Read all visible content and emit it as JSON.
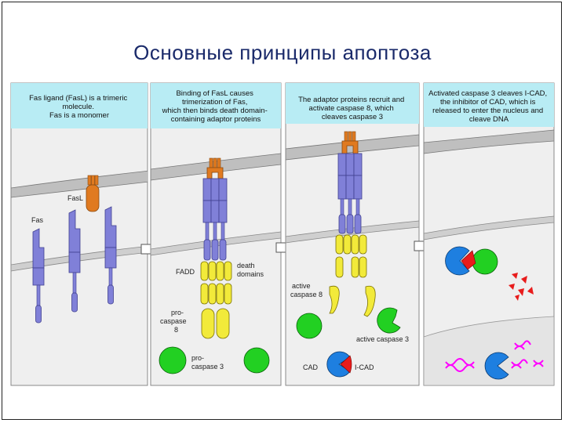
{
  "slide": {
    "title": "Основные принципы апоптоза"
  },
  "colors": {
    "header_bg": "#b8ecf4",
    "panel_bg": "#efefef",
    "membrane": "#bfbfbf",
    "fas_receptor": "#8080d8",
    "fas_ligand": "#e07a20",
    "adaptor": "#f2ea3a",
    "procaspase3": "#22d022",
    "cad": "#1e7fe0",
    "icad": "#e81c1c",
    "dna": "#ff00ff"
  },
  "panels": [
    {
      "caption_lines": [
        "Fas ligand (FasL) is a trimeric",
        "molecule.",
        "Fas is a monomer"
      ],
      "labels": {
        "fasl": "FasL",
        "fas": "Fas"
      }
    },
    {
      "caption_lines": [
        "Binding of FasL causes",
        "trimerization of Fas,",
        "which then binds death domain-",
        "containing adaptor proteins"
      ],
      "labels": {
        "fadd": "FADD",
        "death_domains_1": "death",
        "death_domains_2": "domains",
        "procaspase8_1": "pro-",
        "procaspase8_2": "caspase",
        "procaspase8_3": "8",
        "procaspase3_1": "pro-",
        "procaspase3_2": "caspase 3"
      }
    },
    {
      "caption_lines": [
        "The adaptor proteins recruit and",
        "activate caspase 8, which",
        "cleaves caspase 3"
      ],
      "labels": {
        "active_casp8_1": "active",
        "active_casp8_2": "caspase 8",
        "active_casp3": "active caspase 3",
        "cad": "CAD",
        "icad": "I-CAD"
      }
    },
    {
      "caption_lines": [
        "Activated caspase 3 cleaves I-CAD,",
        "the inhibitor of CAD, which is",
        "released to enter the nucleus and",
        "cleave DNA"
      ],
      "labels": {}
    }
  ]
}
